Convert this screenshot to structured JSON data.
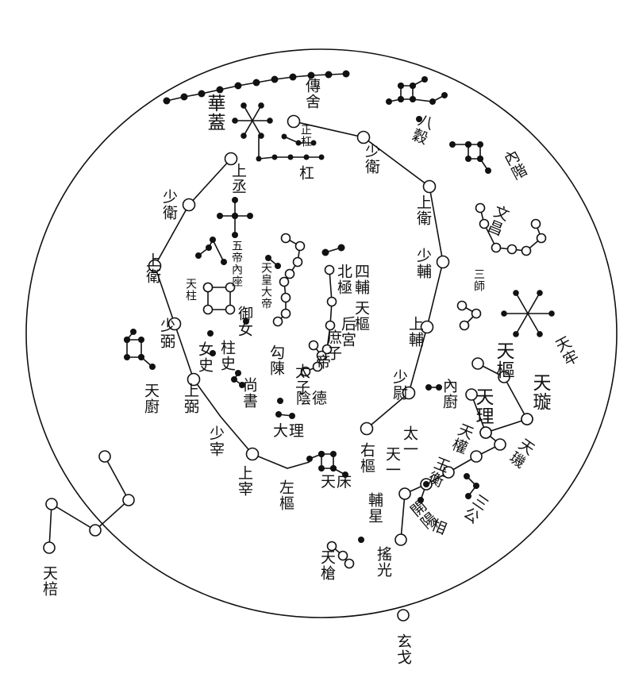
{
  "chart_data": {
    "type": "star_map",
    "labels": {
      "huagai": "華蓋",
      "chuanshe": "傳舍",
      "bagu": "八穀",
      "neijie": "內階",
      "wenchang": "文昌",
      "shaowei_right": "少衛",
      "shangcheng": "上丞",
      "gang": "杠",
      "zhenggang": "正杠",
      "shaowei_left": "少衛",
      "shangwei_left": "上衛",
      "shangwei_right": "上衛",
      "shaofu": "少輔",
      "shangfu": "上輔",
      "shaowei_low": "少尉",
      "wudineizuo": "五帝內座",
      "tianzhu": "天柱",
      "tianhuangdadi": "天皇大帝",
      "beiji": "北極",
      "sifu": "四輔",
      "tianshu": "天樞",
      "houhong": "后宮",
      "shuzi": "庶子",
      "taizi": "太子",
      "dadi": "帝",
      "gouchen": "勾陳",
      "yuzhu": "御女",
      "nvshi": "女史",
      "zhushi": "柱史",
      "shangshu": "尚書",
      "yinde": "陰德",
      "dali": "大理",
      "shaobi_left": "少弼",
      "tianchu": "天廚",
      "shangbi": "上弼",
      "shaozai": "少宰",
      "shangzai": "上宰",
      "zuoshu": "左樞",
      "tianchuang": "天床",
      "youshu": "右樞",
      "tianyi": "天一",
      "taiyi": "太一",
      "fuxing": "輔星",
      "yaoguang": "搖光",
      "tianqiang": "天槍",
      "neichu": "內廚",
      "tianli": "天理",
      "tianxuan": "天璇",
      "tianji": "天璣",
      "tianquan": "天權",
      "yuheng": "玉衡",
      "kaiyang": "開陽",
      "xiang": "相",
      "sangong": "三公",
      "tianshu_bd": "天樞",
      "sanshi": "三師",
      "tianlao": "天牢",
      "tianpei": "天棓",
      "xuange": "玄戈"
    }
  }
}
